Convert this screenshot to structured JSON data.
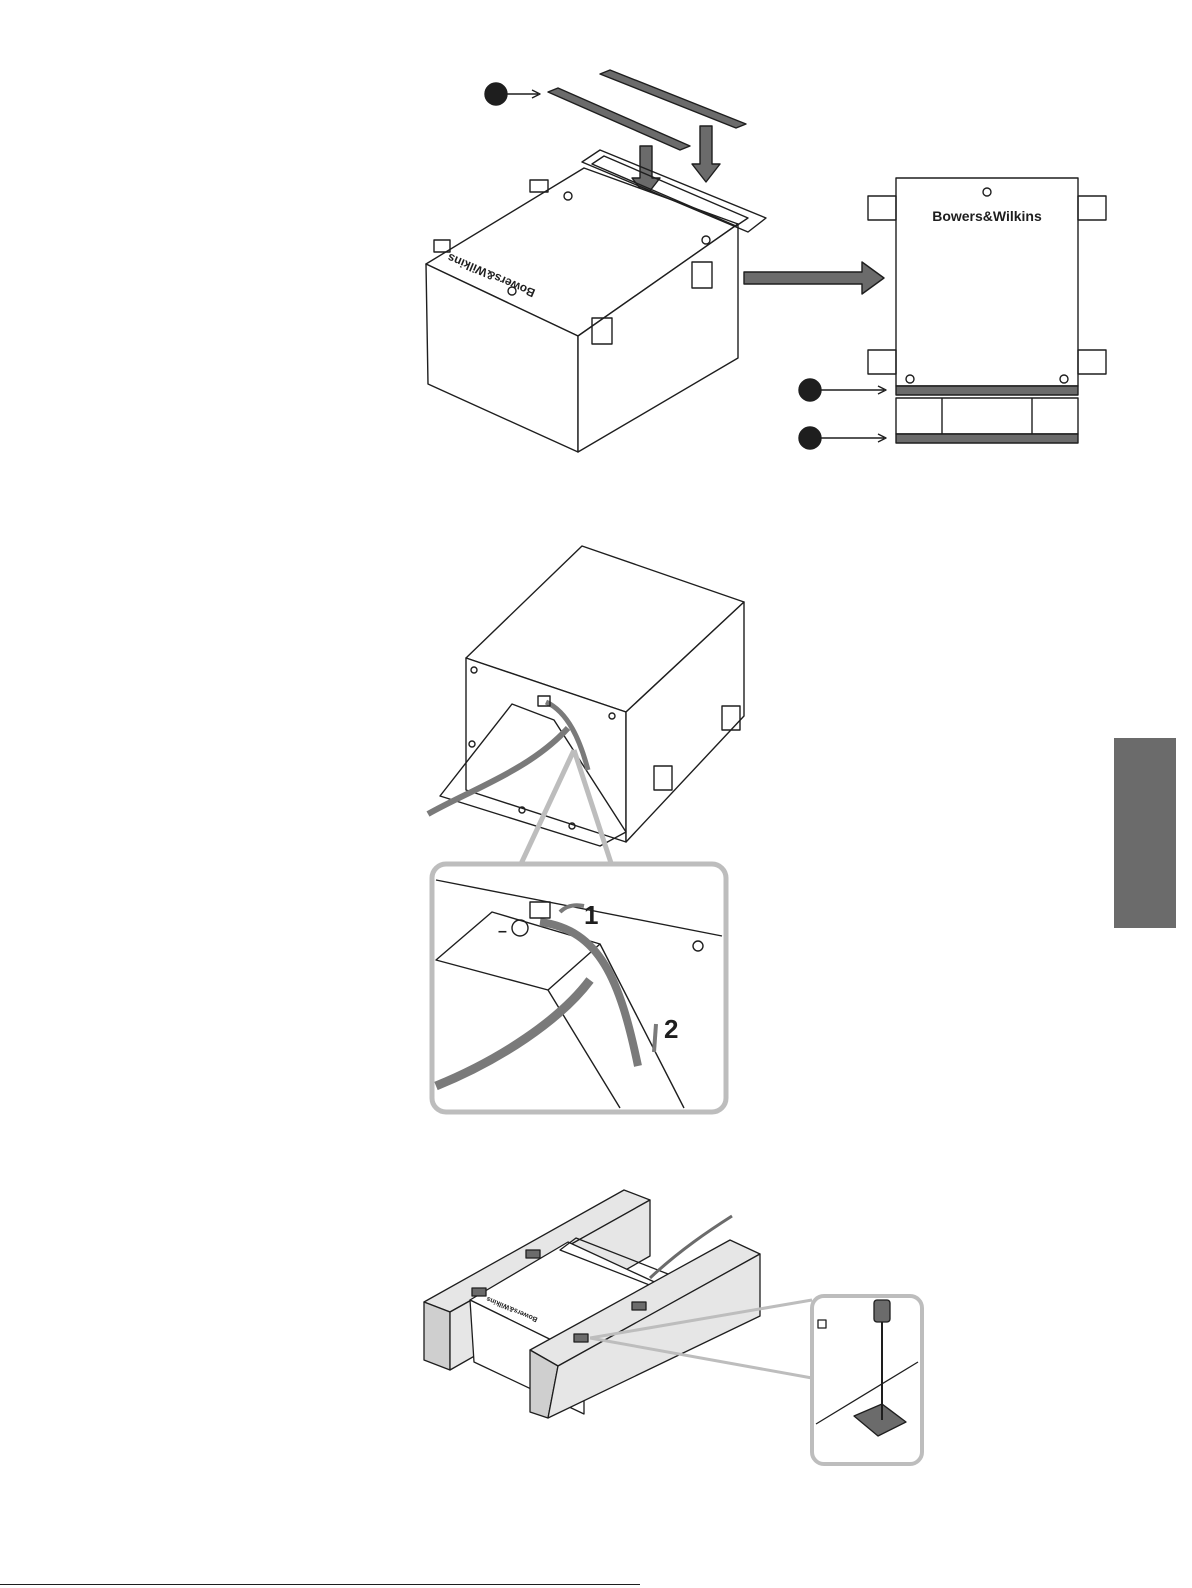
{
  "brand": {
    "logo_text": "Bowers&Wilkins"
  },
  "step_two": {
    "callout_1": "1",
    "callout_2": "2",
    "terminal_sign": "–"
  },
  "footer": {
    "text": ""
  },
  "colors": {
    "line": "#1e1e1e",
    "part_fill": "#6b6b6b",
    "callout_frame": "#bdbdbd",
    "cable": "#7a7a7a",
    "beam": "#e6e6e6",
    "edge_tab": "#6b6b6b"
  }
}
